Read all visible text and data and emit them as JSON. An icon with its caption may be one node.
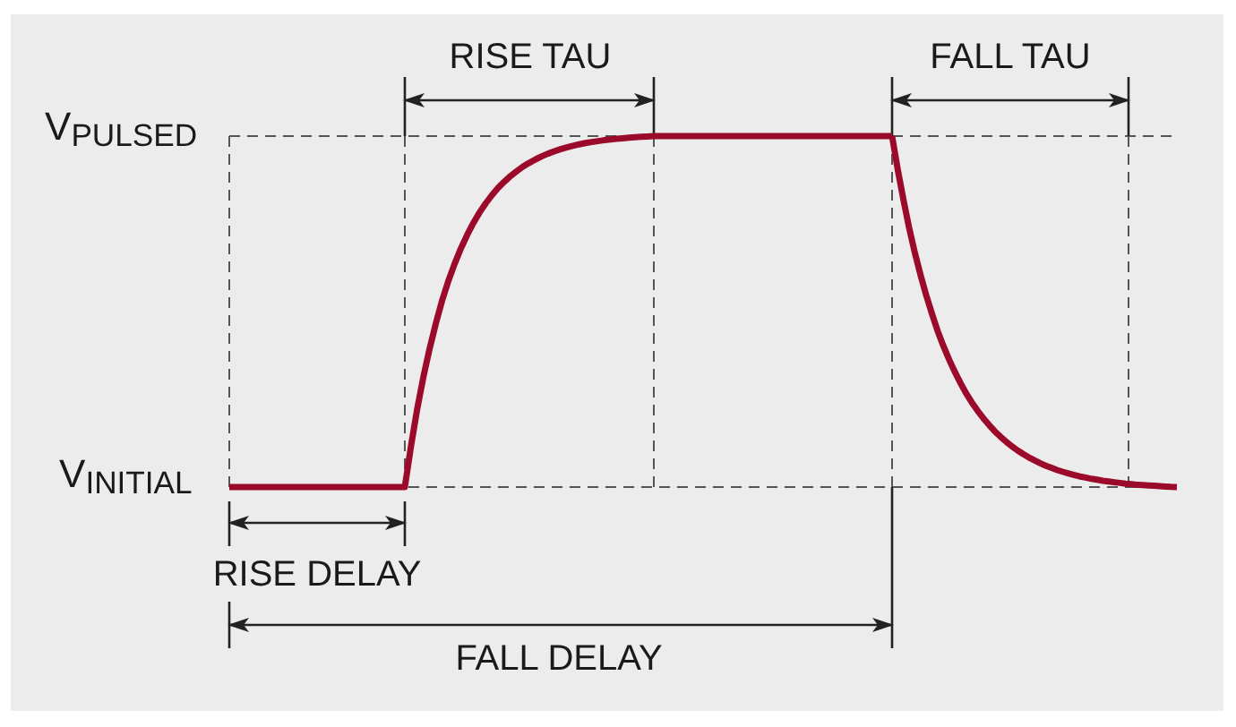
{
  "diagram": {
    "labels": [
      "RISE TAU",
      "FALL TAU",
      "V$_{PULSED}$",
      "V$_{INITIAL}$",
      "RISE DELAY",
      "FALL DELAY"
    ]
  }
}
